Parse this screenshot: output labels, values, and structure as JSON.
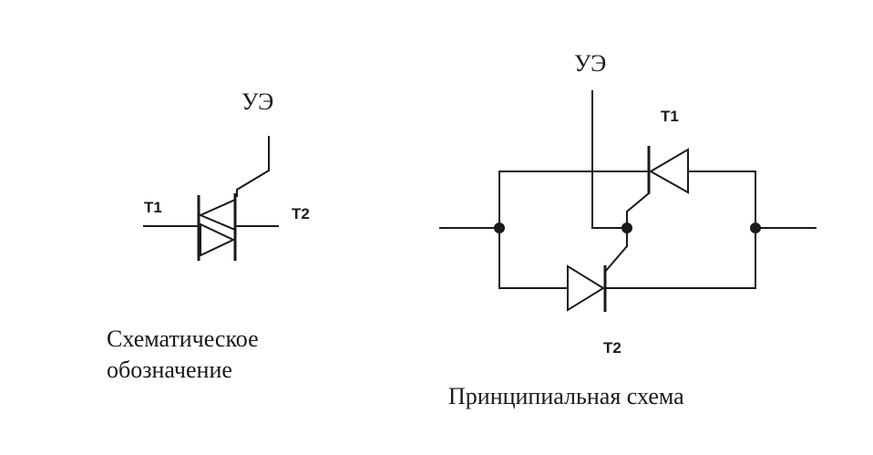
{
  "symbol": {
    "gate_label": "УЭ",
    "t1_label": "T1",
    "t2_label": "T2",
    "caption_line1": "Схематическое",
    "caption_line2": "обозначение"
  },
  "circuit": {
    "gate_label": "УЭ",
    "t1_label": "T1",
    "t2_label": "T2",
    "caption": "Принципиальная схема"
  }
}
